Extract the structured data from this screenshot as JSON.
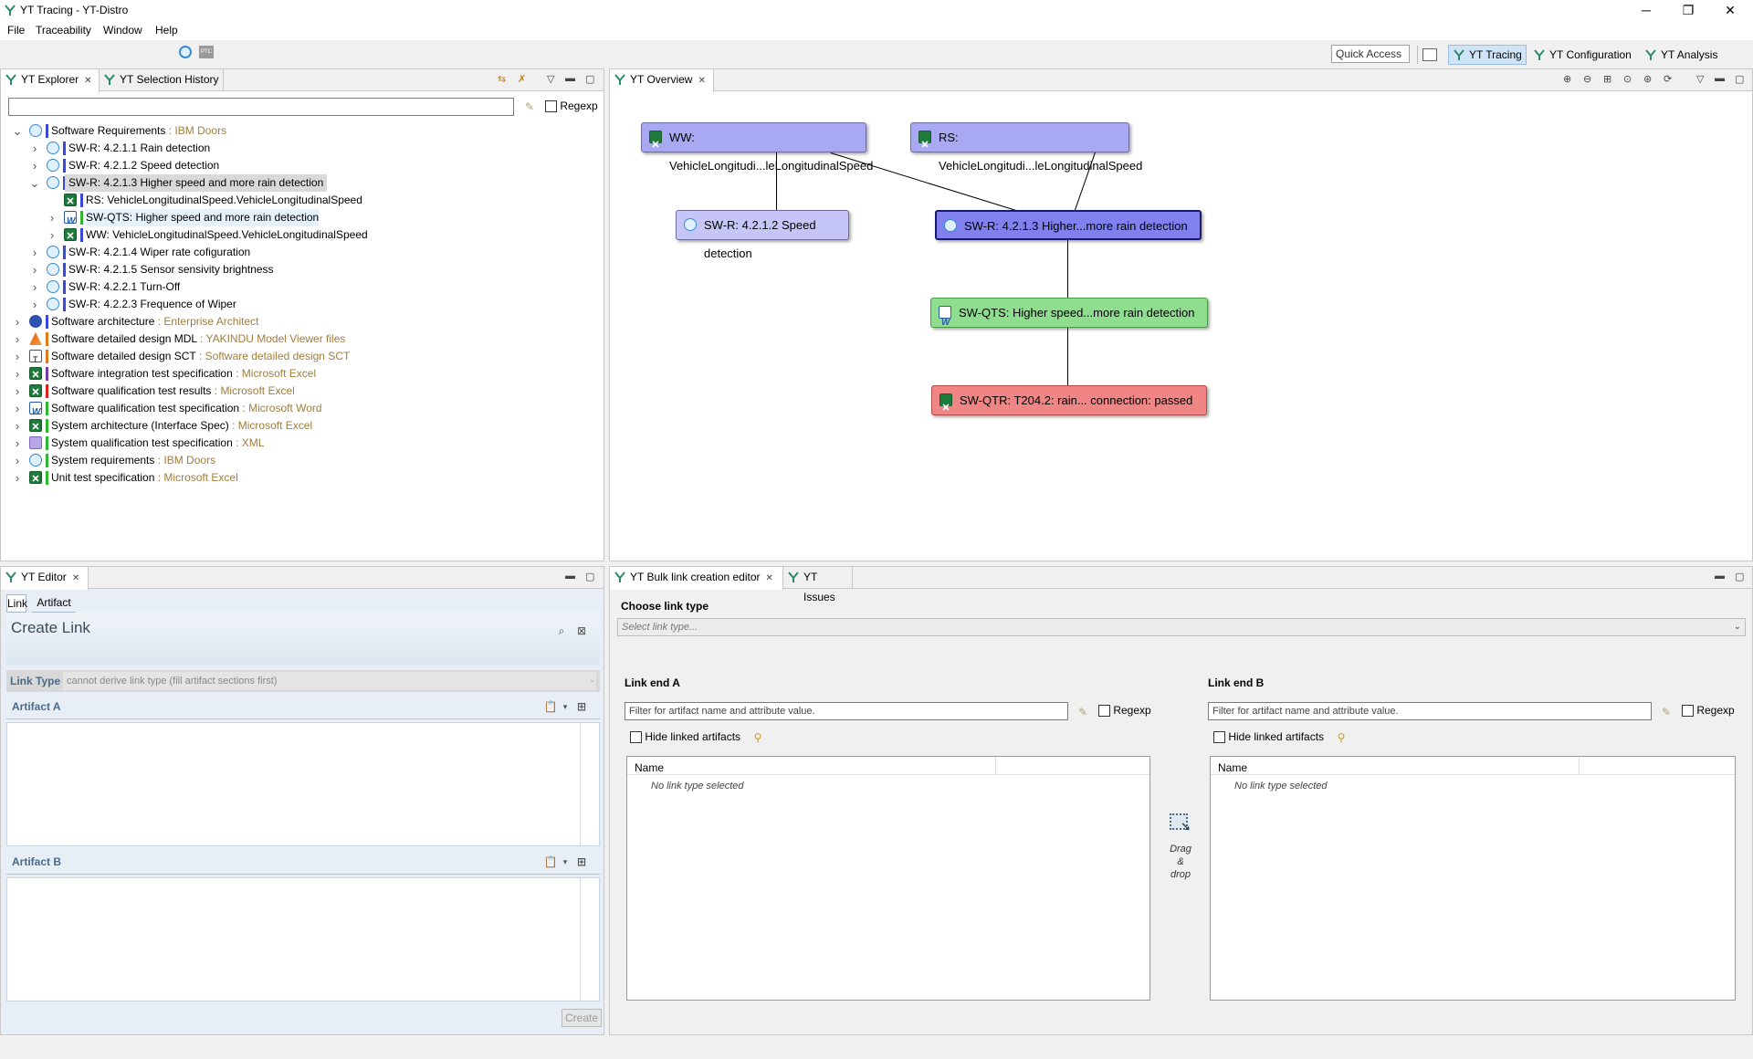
{
  "window": {
    "title": "YT Tracing - YT-Distro"
  },
  "menu": [
    "File",
    "Traceability",
    "Window",
    "Help"
  ],
  "toolbar": {
    "quick_access": "Quick Access",
    "perspectives": [
      "YT Tracing",
      "YT Configuration",
      "YT Analysis"
    ]
  },
  "explorer": {
    "tabs": [
      "YT Explorer",
      "YT Selection History"
    ],
    "regexp": "Regexp",
    "tree": [
      {
        "depth": 0,
        "exp": "v",
        "icon": "doors",
        "bar": "#3b47d6",
        "label": "Software Requirements",
        "src": "IBM Doors"
      },
      {
        "depth": 1,
        "exp": ">",
        "icon": "doors",
        "bar": "#3b47d6",
        "label": "SW-R: 4.2.1.1 Rain detection",
        "src": ""
      },
      {
        "depth": 1,
        "exp": ">",
        "icon": "doors",
        "bar": "#3b47d6",
        "label": "SW-R: 4.2.1.2 Speed detection",
        "src": ""
      },
      {
        "depth": 1,
        "exp": "v",
        "icon": "doors",
        "bar": "#3b47d6",
        "label": "SW-R: 4.2.1.3 Higher speed and more rain detection",
        "src": "",
        "selected": true
      },
      {
        "depth": 2,
        "exp": "",
        "icon": "excel",
        "bar": "#3b47d6",
        "label": "RS: VehicleLongitudinalSpeed.VehicleLongitudinalSpeed",
        "src": ""
      },
      {
        "depth": 2,
        "exp": ">",
        "icon": "word",
        "bar": "#2eb82e",
        "label": "SW-QTS: Higher speed and more rain detection",
        "src": "",
        "hl": true
      },
      {
        "depth": 2,
        "exp": ">",
        "icon": "excel",
        "bar": "#3b47d6",
        "label": "WW: VehicleLongitudinalSpeed.VehicleLongitudinalSpeed",
        "src": ""
      },
      {
        "depth": 1,
        "exp": ">",
        "icon": "doors",
        "bar": "#3b47d6",
        "label": "SW-R: 4.2.1.4 Wiper rate cofiguration",
        "src": ""
      },
      {
        "depth": 1,
        "exp": ">",
        "icon": "doors",
        "bar": "#3b47d6",
        "label": "SW-R: 4.2.1.5 Sensor sensivity brightness",
        "src": ""
      },
      {
        "depth": 1,
        "exp": ">",
        "icon": "doors",
        "bar": "#3b47d6",
        "label": "SW-R: 4.2.2.1 Turn-Off",
        "src": ""
      },
      {
        "depth": 1,
        "exp": ">",
        "icon": "doors",
        "bar": "#3b47d6",
        "label": "SW-R: 4.2.2.3 Frequence of Wiper",
        "src": ""
      },
      {
        "depth": 0,
        "exp": ">",
        "icon": "ea",
        "bar": "#3b47d6",
        "label": "Software architecture",
        "src": "Enterprise Architect"
      },
      {
        "depth": 0,
        "exp": ">",
        "icon": "matlab",
        "bar": "#e07a1a",
        "label": "Software detailed design MDL",
        "src": "YAKINDU Model Viewer files"
      },
      {
        "depth": 0,
        "exp": ">",
        "icon": "sct",
        "bar": "#e07a1a",
        "label": "Software detailed design SCT",
        "src": "Software detailed design SCT"
      },
      {
        "depth": 0,
        "exp": ">",
        "icon": "excel",
        "bar": "#7a3aa8",
        "label": "Software integration test specification",
        "src": "Microsoft Excel"
      },
      {
        "depth": 0,
        "exp": ">",
        "icon": "excel",
        "bar": "#e02020",
        "label": "Software qualification test results",
        "src": "Microsoft Excel"
      },
      {
        "depth": 0,
        "exp": ">",
        "icon": "word",
        "bar": "#2eb82e",
        "label": "Software qualification test specification",
        "src": "Microsoft Word"
      },
      {
        "depth": 0,
        "exp": ">",
        "icon": "excel",
        "bar": "#2eb82e",
        "label": "System architecture (Interface Spec)",
        "src": "Microsoft Excel"
      },
      {
        "depth": 0,
        "exp": ">",
        "icon": "xml",
        "bar": "#2eb82e",
        "label": "System qualification test specification",
        "src": "XML"
      },
      {
        "depth": 0,
        "exp": ">",
        "icon": "doors",
        "bar": "#2eb82e",
        "label": "System requirements",
        "src": "IBM Doors"
      },
      {
        "depth": 0,
        "exp": ">",
        "icon": "excel",
        "bar": "#2eb82e",
        "label": "Unit test specification",
        "src": "Microsoft Excel"
      }
    ]
  },
  "overview": {
    "tab": "YT Overview",
    "nodes": [
      {
        "id": "ww",
        "icon": "excel",
        "label": "WW: VehicleLongitudi...leLongitudinalSpeed",
        "color": "#a9a9f3"
      },
      {
        "id": "rs",
        "icon": "excel",
        "label": "RS: VehicleLongitudi...leLongitudinalSpeed",
        "color": "#a9a9f3"
      },
      {
        "id": "sr2",
        "icon": "doors",
        "label": "SW-R: 4.2.1.2 Speed detection",
        "color": "#c5c5f7"
      },
      {
        "id": "sr3",
        "icon": "doors",
        "label": "SW-R: 4.2.1.3 Higher...more rain detection",
        "color": "#8080ee"
      },
      {
        "id": "qts",
        "icon": "word",
        "label": "SW-QTS: Higher speed...more rain detection",
        "color": "#8fdd8f"
      },
      {
        "id": "qtr",
        "icon": "excel",
        "label": "SW-QTR: T204.2: rain... connection: passed",
        "color": "#f08585"
      }
    ]
  },
  "editor": {
    "tab": "YT Editor",
    "subtabs": [
      "Link",
      "Artifact"
    ],
    "title": "Create Link",
    "link_type_label": "Link Type",
    "link_type_value": "cannot derive link type (fill artifact sections first)",
    "artifact_a": "Artifact A",
    "artifact_b": "Artifact B",
    "create": "Create"
  },
  "bulk": {
    "tabs": [
      "YT Bulk link creation editor",
      "YT Issues"
    ],
    "choose": "Choose link type",
    "select_placeholder": "Select link type...",
    "end_a": "Link end A",
    "end_b": "Link end B",
    "filter_placeholder": "Filter for artifact name and attribute value.",
    "regexp": "Regexp",
    "hide": "Hide linked artifacts",
    "col_name": "Name",
    "empty": "No link type selected",
    "dnd": [
      "Drag",
      "&",
      "drop"
    ]
  }
}
